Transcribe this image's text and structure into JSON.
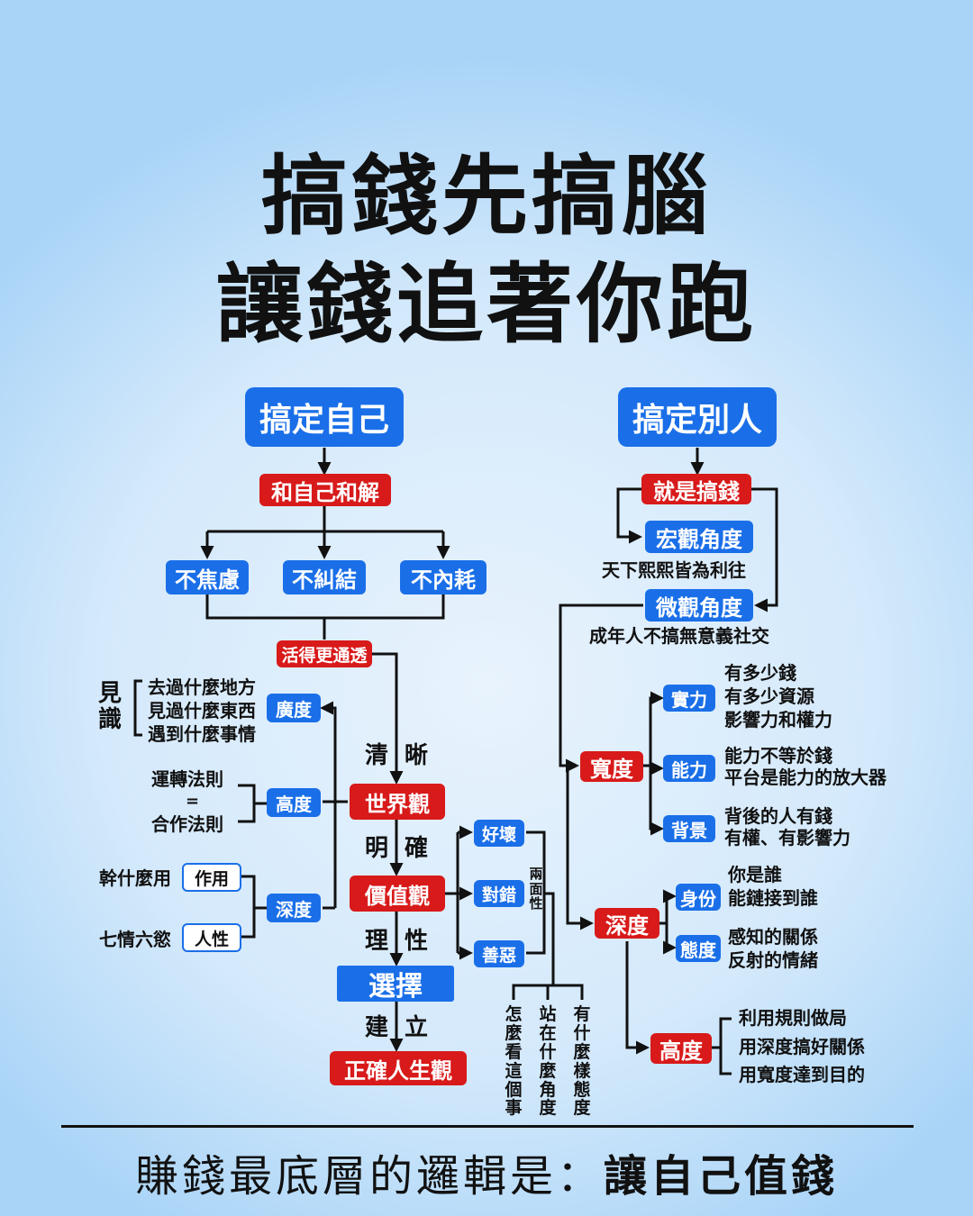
{
  "title": {
    "line1": "搞錢先搞腦",
    "line2": "讓錢追著你跑"
  },
  "left": {
    "head": "搞定自己",
    "reconcile": "和自己和解",
    "no_anxiety": "不焦慮",
    "no_tangle": "不糾結",
    "no_drain": "不內耗",
    "live_clear": "活得更通透",
    "jianshi": "見識",
    "jianshi_items": [
      "去過什麼地方",
      "見過什麼東西",
      "遇到什麼事情"
    ],
    "breadth": "廣度",
    "height": "高度",
    "depth": "深度",
    "height_items": [
      "運轉法則",
      "=",
      "合作法則"
    ],
    "what_for": "幹什麼用",
    "effect": "作用",
    "seven": "七情六慾",
    "human": "人性",
    "worldview": "世界觀",
    "values": "價值觀",
    "choice": "選擇",
    "life_view": "正確人生觀",
    "conn_clear": [
      "清",
      "晰"
    ],
    "conn_definite": [
      "明",
      "確"
    ],
    "conn_rational": [
      "理",
      "性"
    ],
    "conn_build": [
      "建",
      "立"
    ],
    "good_bad": "好壞",
    "right_wrong": "對錯",
    "virtue_evil": "善惡",
    "two_sides": "兩面性",
    "vert1": "怎麼看這個事",
    "vert2": "站在什麼角度",
    "vert3": "有什麼樣態度"
  },
  "right": {
    "head": "搞定別人",
    "make_money": "就是搞錢",
    "macro": "宏觀角度",
    "macro_text": "天下熙熙皆為利往",
    "micro": "微觀角度",
    "micro_text": "成年人不搞無意義社交",
    "width": "寬度",
    "strength": "實力",
    "strength_items": [
      "有多少錢",
      "有多少資源",
      "影響力和權力"
    ],
    "ability": "能力",
    "ability_items": [
      "能力不等於錢",
      "平台是能力的放大器"
    ],
    "background": "背景",
    "background_items": [
      "背後的人有錢",
      "有權、有影響力"
    ],
    "depth": "深度",
    "identity": "身份",
    "identity_items": [
      "你是誰",
      "能鏈接到誰"
    ],
    "attitude": "態度",
    "attitude_items": [
      "感知的關係",
      "反射的情緒"
    ],
    "height": "高度",
    "height_items": [
      "利用規則做局",
      "用深度搞好關係",
      "用寬度達到目的"
    ]
  },
  "bottom": {
    "prefix": "賺錢最底層的邏輯是：",
    "highlight": "讓自己值錢"
  },
  "colors": {
    "blue": "#1a6fe8",
    "red": "#d81a1a",
    "text": "#111111"
  }
}
